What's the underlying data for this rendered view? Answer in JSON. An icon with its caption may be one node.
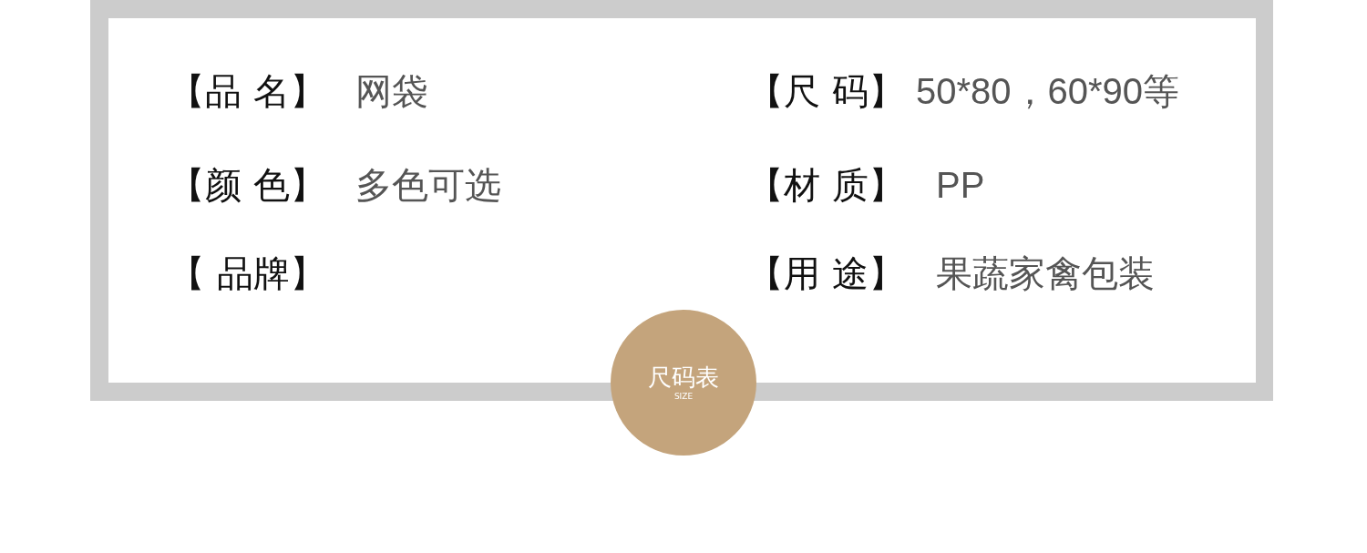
{
  "diagram": {
    "nodes": [
      {
        "text": [
          "尺码表",
          "SIZE"
        ]
      }
    ],
    "labels": [
      "【品 名】",
      "网袋",
      "【尺 码】",
      "50*80，60*90等",
      "【颜 色】",
      "多色可选",
      "【材 质】",
      "PP",
      "【 品牌】",
      "【用 途】",
      "果蔬家禽包装"
    ]
  }
}
